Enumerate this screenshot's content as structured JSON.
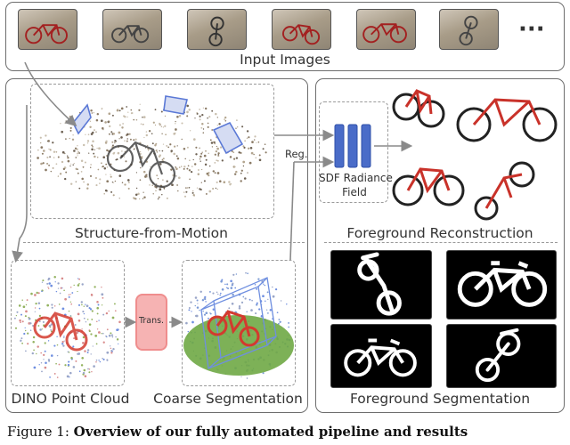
{
  "labels": {
    "input_images": "Input Images",
    "sfm": "Structure-from-Motion",
    "foreground_reconstruction": "Foreground Reconstruction",
    "dino_point_cloud": "DINO Point Cloud",
    "coarse_segmentation": "Coarse Segmentation",
    "foreground_segmentation": "Foreground Segmentation",
    "sdf_line1": "SDF Radiance",
    "sdf_line2": "Field",
    "reg": "Reg.",
    "trans": "Trans.",
    "more": "···"
  },
  "caption": {
    "prefix": "Figure 1:",
    "bold": "Overview of our fully automated pipeline and results"
  },
  "colors": {
    "network_block": "#4a6cc8",
    "trans_box": "#f6b3b3",
    "bike_red": "#d33a2e",
    "ground_green": "#6fa845",
    "bbox_blue": "#6f8fe0"
  }
}
